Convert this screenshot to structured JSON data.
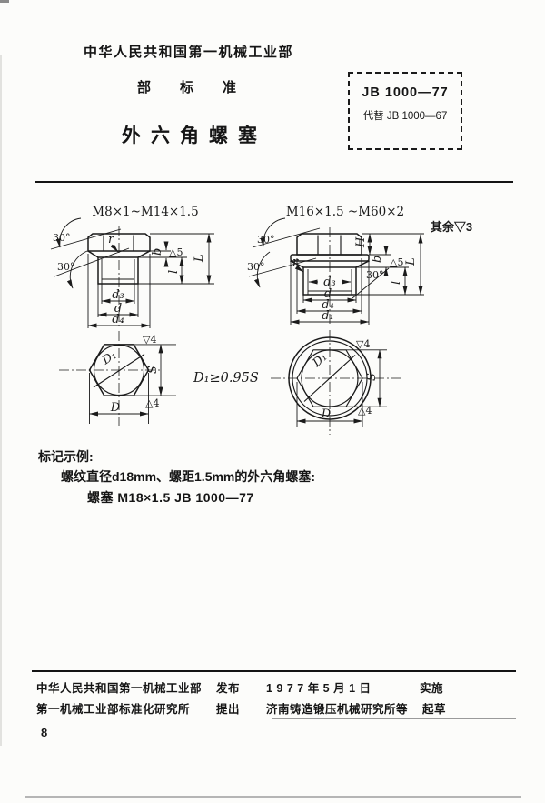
{
  "header": {
    "ministry": "中华人民共和国第一机械工业部",
    "standard_level": "部标准",
    "doc_title": "外六角螺塞",
    "standard_code": "JB 1000—77",
    "replaces": "代替 JB 1000—67"
  },
  "drawing": {
    "left_title": "M8×1~M14×1.5",
    "right_title": "M16×1.5 ~M60×2",
    "surface_note": "其余▽3",
    "formula": "D₁≥0.95S",
    "labels": {
      "angle30": "30°",
      "r": "r",
      "b": "b",
      "fin5": "△5",
      "l": "l",
      "L": "L",
      "H": "H",
      "d3": "d₃",
      "d": "d",
      "d4": "d₄",
      "d1": "d₁",
      "D1": "D₁",
      "S": "S",
      "D": "D",
      "fin4_top": "▽4",
      "fin4_bottom": "△4"
    }
  },
  "example": {
    "heading": "标记示例:",
    "description": "螺纹直径d18mm、螺距1.5mm的外六角螺塞:",
    "designation": "螺塞  M18×1.5  JB 1000—77"
  },
  "footer": {
    "issuer": "中华人民共和国第一机械工业部",
    "issue_verb": "发布",
    "date": "1 9 7 7 年 5 月 1 日",
    "implement_verb": "实施",
    "proposer": "第一机械工业部标准化研究所",
    "propose_verb": "提出",
    "drafter": "济南铸造锻压机械研究所等",
    "draft_verb": "起草",
    "page_number": "8"
  }
}
